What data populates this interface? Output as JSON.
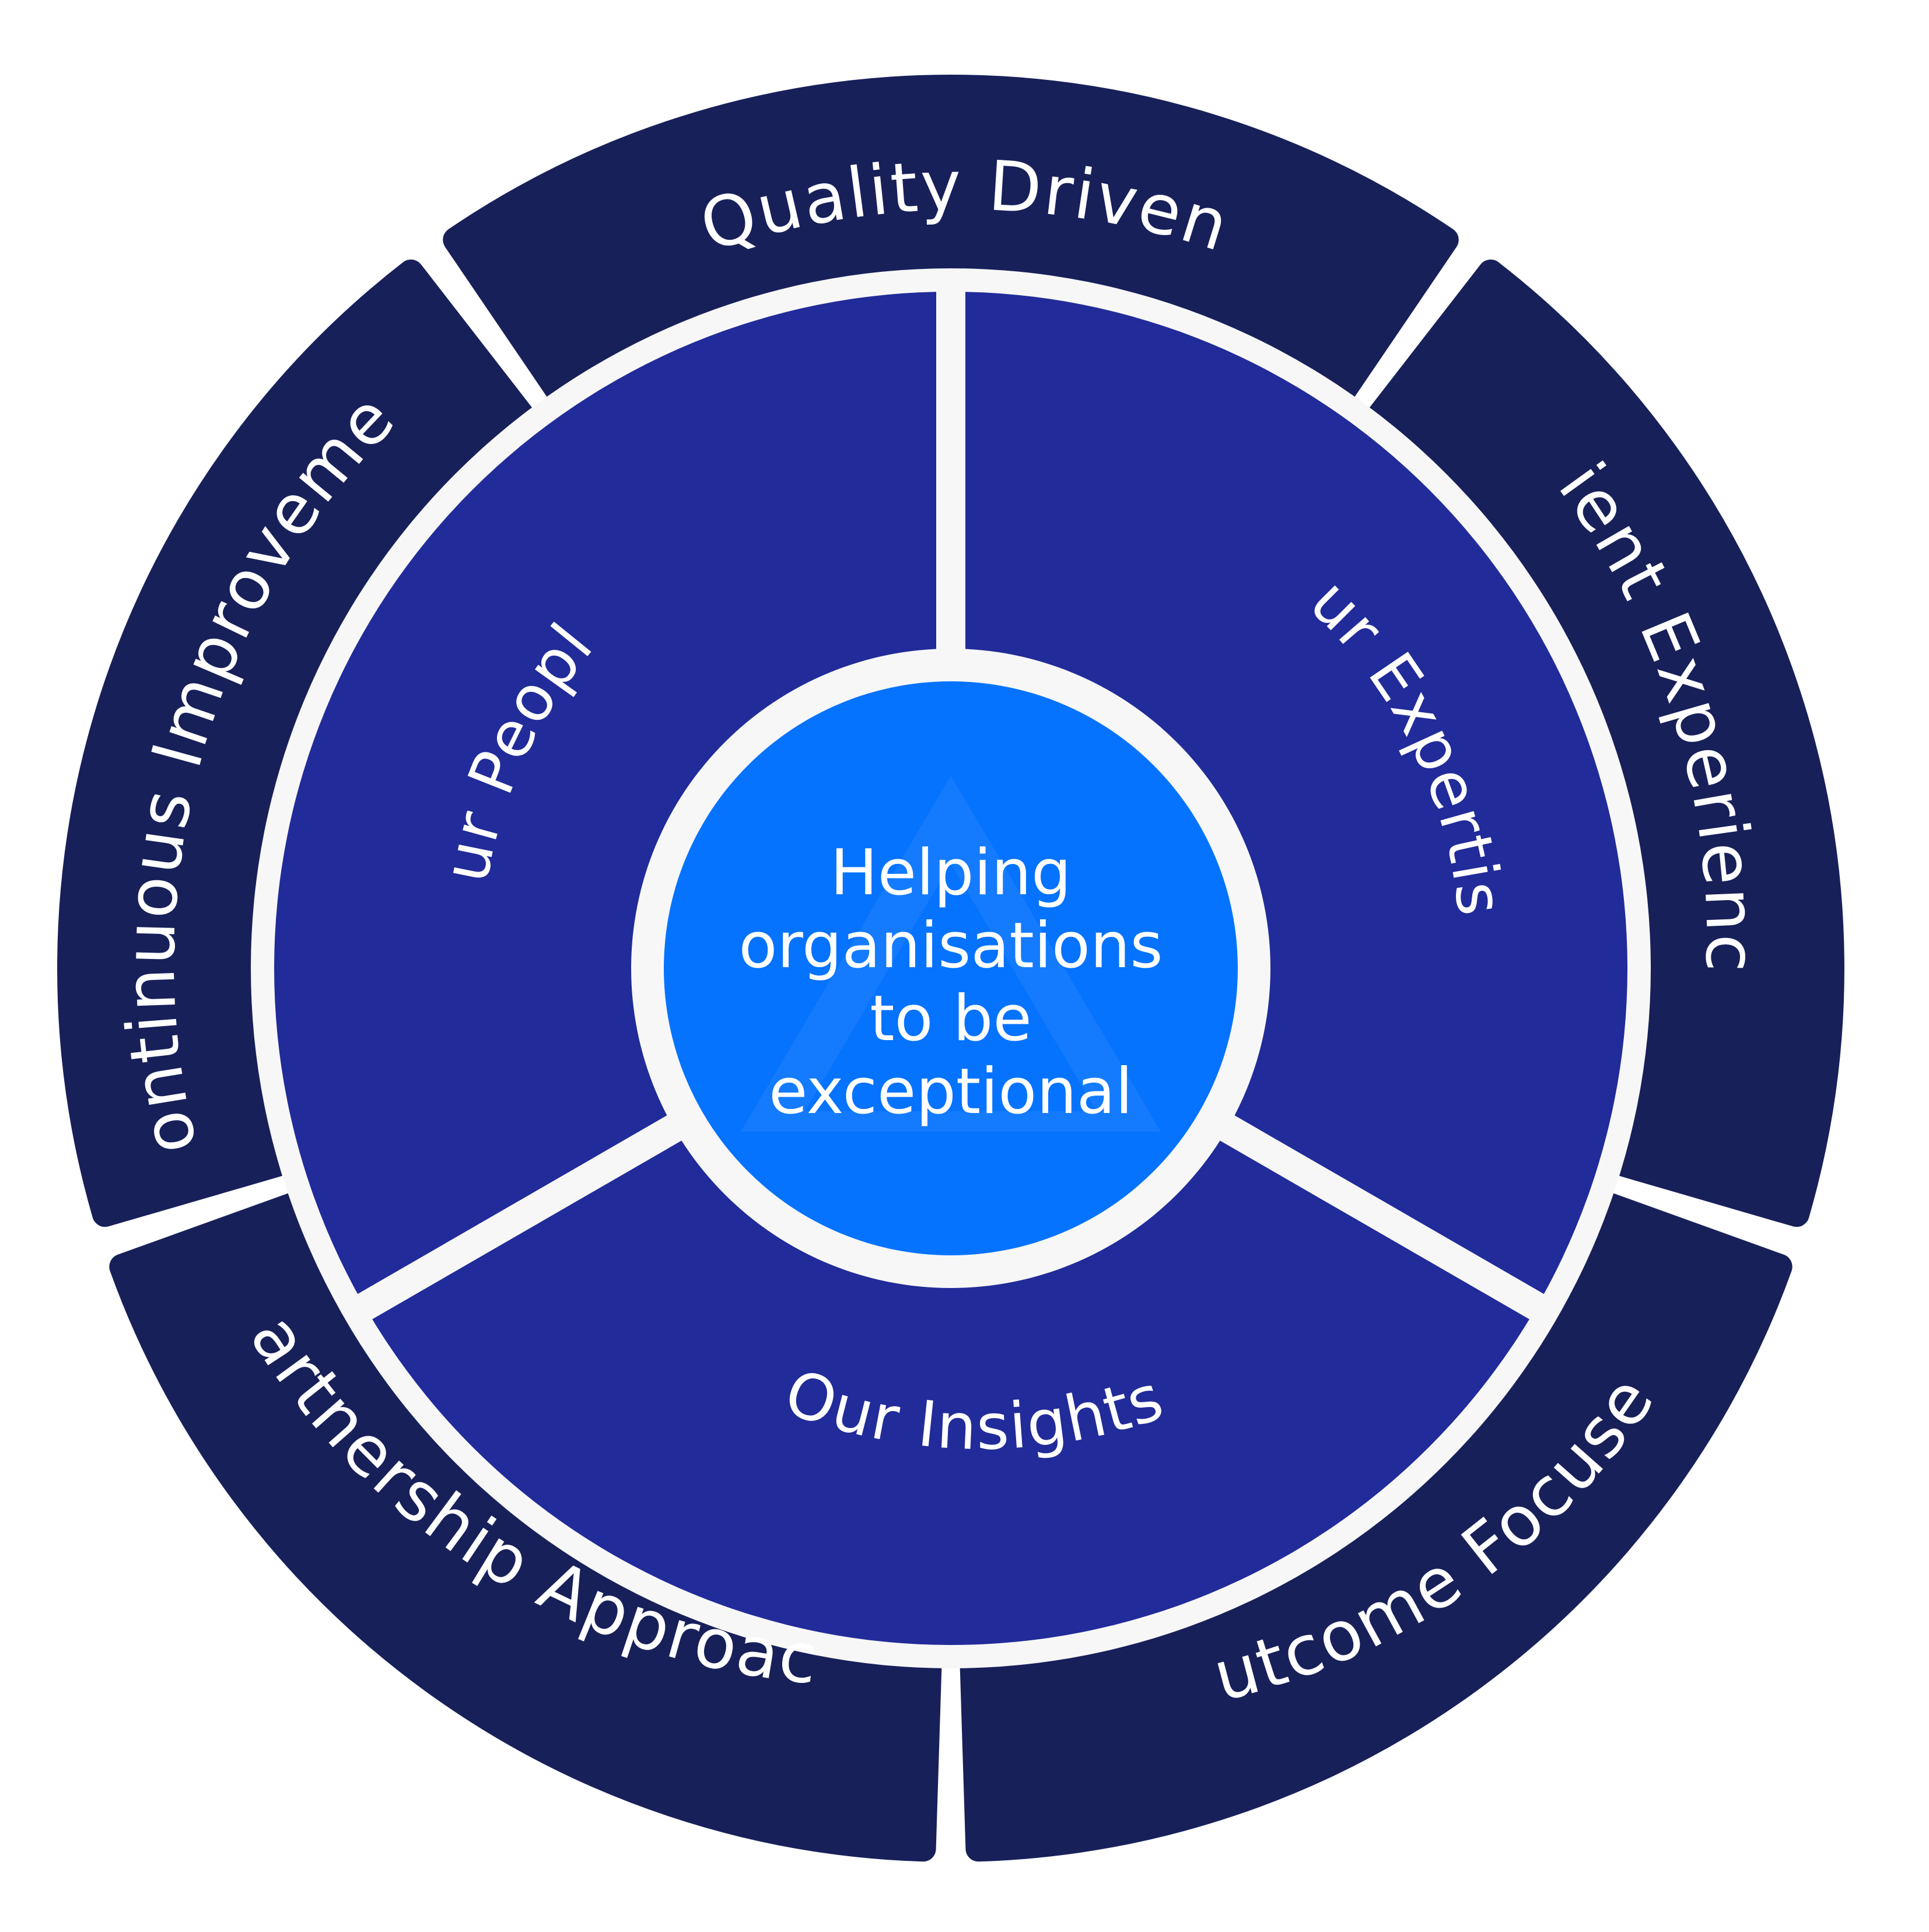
{
  "center": {
    "lines": [
      "Helping",
      "organisations",
      "to be",
      "exceptional"
    ]
  },
  "middle_ring": [
    {
      "id": "people",
      "label": "Our People"
    },
    {
      "id": "expertise",
      "label": "Our Expertise"
    },
    {
      "id": "insights",
      "label": "Our Insights"
    }
  ],
  "outer_ring": [
    {
      "id": "quality",
      "label": "Quality Driven"
    },
    {
      "id": "client",
      "label": "Client Experience"
    },
    {
      "id": "outcome",
      "label": "Outcome Focused"
    },
    {
      "id": "partnership",
      "label": "Partnership Approach"
    },
    {
      "id": "continuous",
      "label": "Continuous Improvement"
    }
  ],
  "colors": {
    "outer_ring": "#18205a",
    "middle_ring": "#212b99",
    "center_circle": "#0673ff",
    "separator": "#f7f7f7",
    "text": "#ffffff"
  }
}
